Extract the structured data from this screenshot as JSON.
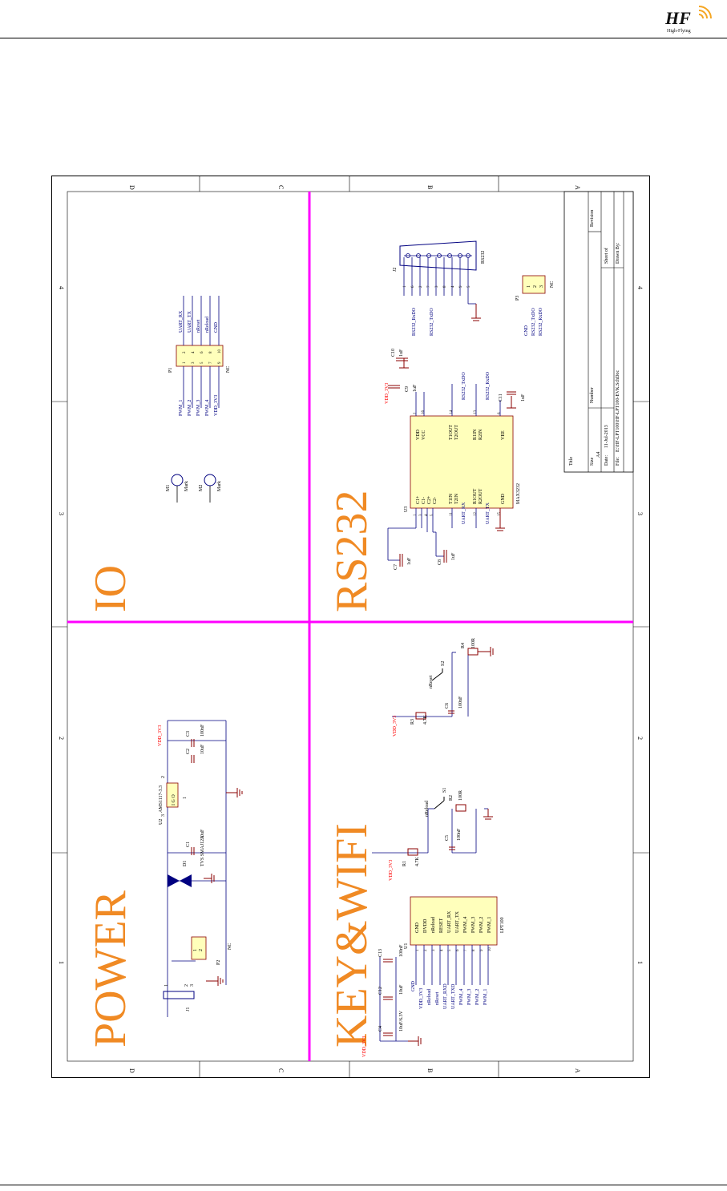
{
  "header": {
    "logo_text": "HF",
    "logo_tagline": "High-Flying"
  },
  "zones": {
    "left": [
      "D",
      "C",
      "B",
      "A"
    ],
    "right": [
      "D",
      "C",
      "B",
      "A"
    ],
    "top": [
      "4",
      "3",
      "2",
      "1"
    ],
    "bottom": [
      "4",
      "3",
      "2",
      "1"
    ]
  },
  "sections": {
    "power": "POWER",
    "io": "IO",
    "key_wifi": "KEY&WIFI",
    "rs232": "RS232"
  },
  "power": {
    "regulator_label": "U2",
    "regulator_part": "AMS1117-3.3",
    "regulator_pins": [
      "3",
      "1",
      "2"
    ],
    "regulator_io": "I  G  O",
    "vdd": "VDD_3V3",
    "c1_label": "C1",
    "c1_value": "10uF",
    "c2_label": "C2",
    "c2_value": "10uF",
    "c3_label": "C3",
    "c3_value": "100nF",
    "d1_label": "D1",
    "d1_part": "TVS SMAJ12A",
    "p2_label": "P2",
    "p2_pins": [
      "1",
      "2"
    ],
    "p2_note": "NC",
    "j1_label": "J1",
    "j1_pins": [
      "1",
      "2",
      "3"
    ]
  },
  "io": {
    "m1_label": "M1",
    "m1_text": "Mark",
    "m2_label": "M2",
    "m2_text": "Mark",
    "p1_label": "P1",
    "p1_note": "NC",
    "p1_left_nets": [
      "PWM_1",
      "PWM_2",
      "PWM_3",
      "PWM_4",
      "VDD_3V3"
    ],
    "p1_left_pins": [
      "1",
      "3",
      "5",
      "7",
      "9"
    ],
    "p1_right_pins": [
      "2",
      "4",
      "6",
      "8",
      "10"
    ],
    "p1_right_nets": [
      "UART_RX",
      "UART_TX",
      "nReset",
      "nReload",
      "GND"
    ]
  },
  "rs232": {
    "vdd": "VDD_3V3",
    "u3_label": "U3",
    "u3_part": "MAX3232",
    "u3_left_pins": [
      "C1+",
      "C1-",
      "C2+",
      "C2-",
      "T1IN",
      "T2IN",
      "R1OUT",
      "R2OUT",
      "GND"
    ],
    "u3_right_pins": [
      "VDD",
      "VCC",
      "T1OUT",
      "T2OUT",
      "R1IN",
      "R2IN",
      "VEE"
    ],
    "u3_pin_numbers": [
      "1",
      "3",
      "4",
      "5",
      "11",
      "12",
      "15",
      "2",
      "16",
      "14",
      "13",
      "6"
    ],
    "c7_label": "C7",
    "c7_value": "1uF",
    "c8_label": "C8",
    "c8_value": "1uF",
    "c9_label": "C9",
    "c9_value": "1uF",
    "c10_label": "C10",
    "c10_value": "1uF",
    "c11_label": "C11",
    "c11_value": "1uF",
    "nets": [
      "UART_RX",
      "UART_TX",
      "RS232_TxDO",
      "RS232_RxDO",
      "RS232_RxDO",
      "RS232_TxDO"
    ],
    "j2_label": "J2",
    "j2_part": "RS232",
    "j2_pins": [
      "1",
      "6",
      "2",
      "7",
      "3",
      "8",
      "4",
      "9",
      "5"
    ],
    "p3_label": "P3",
    "p3_pins": [
      "1",
      "2",
      "3"
    ],
    "p3_nets": [
      "GND",
      "RS232_TxDO",
      "RS232_RxDO"
    ],
    "p3_note": "NC"
  },
  "key_wifi": {
    "vdd": "VDD_3V3",
    "r1_label": "R1",
    "r1_value": "4.7K",
    "r2_label": "R2",
    "r2_value": "100R",
    "r3_label": "R3",
    "r3_value": "4.7K",
    "r4_label": "R4",
    "r4_value": "100R",
    "s1_label": "S1",
    "s1_net": "nReload",
    "s2_label": "S2",
    "s2_net": "nReset",
    "c5_label": "C5",
    "c5_value": "100nF",
    "c6_label": "C6",
    "c6_value": "100nF",
    "c4_label": "C4",
    "c4_value": "10uF/6.3V",
    "c12_label": "C12",
    "c12_value": "10uF",
    "c13_label": "C13",
    "c13_value": "100nF",
    "u1_label": "U1",
    "u1_part": "LPT100",
    "u1_pins": [
      "GND",
      "DVDD",
      "nReload",
      "RESET",
      "UART_RX",
      "UART_TX",
      "PWM_4",
      "PWM_3",
      "PWM_2",
      "PWM_1"
    ],
    "u1_pin_numbers": [
      "1",
      "2",
      "3",
      "4",
      "5",
      "6",
      "7",
      "8",
      "9",
      "10"
    ],
    "u1_nets": [
      "GND",
      "VDD_3V3",
      "nReload",
      "nReset",
      "UART_RXD",
      "UART_TXD",
      "PWM_4",
      "PWM_3",
      "PWM_2",
      "PWM_1"
    ]
  },
  "title_block": {
    "title": "Title",
    "size": "Size",
    "size_value": "A4",
    "number": "Number",
    "revision": "Revision",
    "date": "Date:",
    "date_value": "11-Jul-2013",
    "file": "File:",
    "file_value": "E:\\HF-LPT100\\HF-LPT100-EVK.SchDoc",
    "sheet": "Sheet of",
    "drawn_by": "Drawn By:"
  },
  "colors": {
    "section_title": "#f08a24",
    "divider": "#ff00ff",
    "wire": "#000080",
    "component": "#8b0000",
    "power_net": "#ff0000",
    "ic_fill": "#ffffbb",
    "ground": "#8b0000"
  }
}
